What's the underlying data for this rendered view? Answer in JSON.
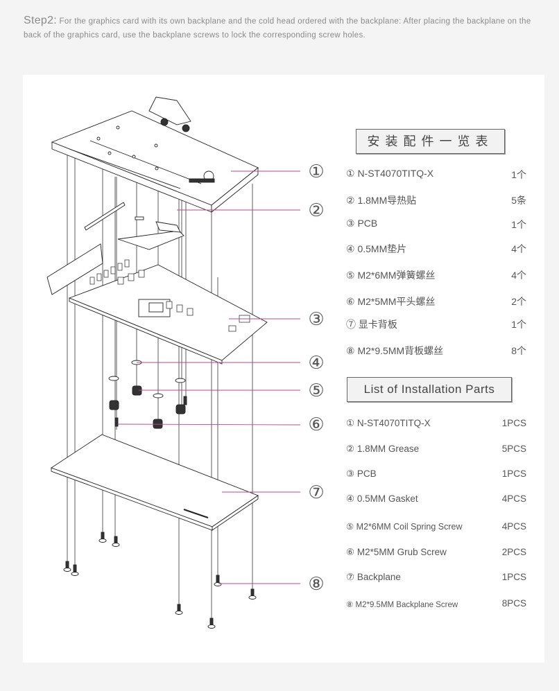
{
  "intro": {
    "step_label": "Step2:",
    "text": " For the graphics card with its own backplane and the cold head ordered with the backplane: After placing the backplane on the back of the graphics card, use the backplane screws to lock the corresponding screw holes."
  },
  "callouts": [
    "①",
    "②",
    "③",
    "④",
    "⑤",
    "⑥",
    "⑦",
    "⑧"
  ],
  "parts_cn": {
    "title": "安装配件一览表",
    "items": [
      {
        "name": "① N-ST4070TITQ-X",
        "qty": "1个"
      },
      {
        "name": "② 1.8MM导热贴",
        "qty": "5条"
      },
      {
        "name": "③  PCB",
        "qty": "1个"
      },
      {
        "name": "④  0.5MM垫片",
        "qty": "4个"
      },
      {
        "name": "⑤ M2*6MM弹簧螺丝",
        "qty": "4个"
      },
      {
        "name": "⑥ M2*5MM平头螺丝",
        "qty": "2个"
      },
      {
        "name": "⑦  显卡背板",
        "qty": "1个"
      },
      {
        "name": "⑧ M2*9.5MM背板螺丝",
        "qty": "8个"
      }
    ]
  },
  "parts_en": {
    "title": "List of Installation Parts",
    "items": [
      {
        "name": "① N-ST4070TITQ-X",
        "qty": "1PCS"
      },
      {
        "name": "② 1.8MM Grease",
        "qty": "5PCS"
      },
      {
        "name": "③ PCB",
        "qty": "1PCS"
      },
      {
        "name": "④ 0.5MM Gasket",
        "qty": "4PCS"
      },
      {
        "name": "⑤ M2*6MM Coil Spring Screw",
        "qty": "4PCS"
      },
      {
        "name": "⑥ M2*5MM Grub Screw",
        "qty": "2PCS"
      },
      {
        "name": "⑦ Backplane",
        "qty": "1PCS"
      },
      {
        "name": "⑧ M2*9.5MM Backplane Screw",
        "qty": "8PCS"
      }
    ]
  },
  "colors": {
    "callout_line": "#c0468a",
    "text": "#555555",
    "panel": "#ffffff",
    "background": "#f4f4f4"
  }
}
